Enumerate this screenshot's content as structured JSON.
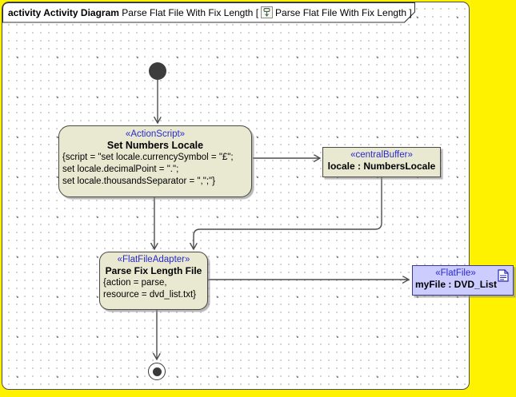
{
  "frame": {
    "title_bold": "activity Activity Diagram",
    "title_mid": "Parse Flat File With Fix Length [",
    "title_end": "Parse Flat File With Fix Length ]"
  },
  "nodes": {
    "action_set_locale": {
      "stereotype": "«ActionScript»",
      "name": "Set Numbers Locale",
      "body": [
        "{script = \"set locale.currencySymbol = \"£\";",
        "set locale.decimalPoint = \".\";",
        "set locale.thousandsSeparator = \",\";\"}"
      ]
    },
    "central_buffer": {
      "stereotype": "«centralBuffer»",
      "name": "locale : NumbersLocale"
    },
    "action_parse": {
      "stereotype": "«FlatFileAdapter»",
      "name": "Parse Fix Length File",
      "body": [
        "{action = parse,",
        "resource = dvd_list.txt}"
      ]
    },
    "flatfile": {
      "stereotype": "«FlatFile»",
      "name": "myFile : DVD_List"
    }
  },
  "colors": {
    "page_yellow": "#fff200",
    "node_fill": "#e9e9d2",
    "object_fill": "#ccccff",
    "stereotype_blue": "#2828cd",
    "edge_gray": "#4d4d4d"
  }
}
